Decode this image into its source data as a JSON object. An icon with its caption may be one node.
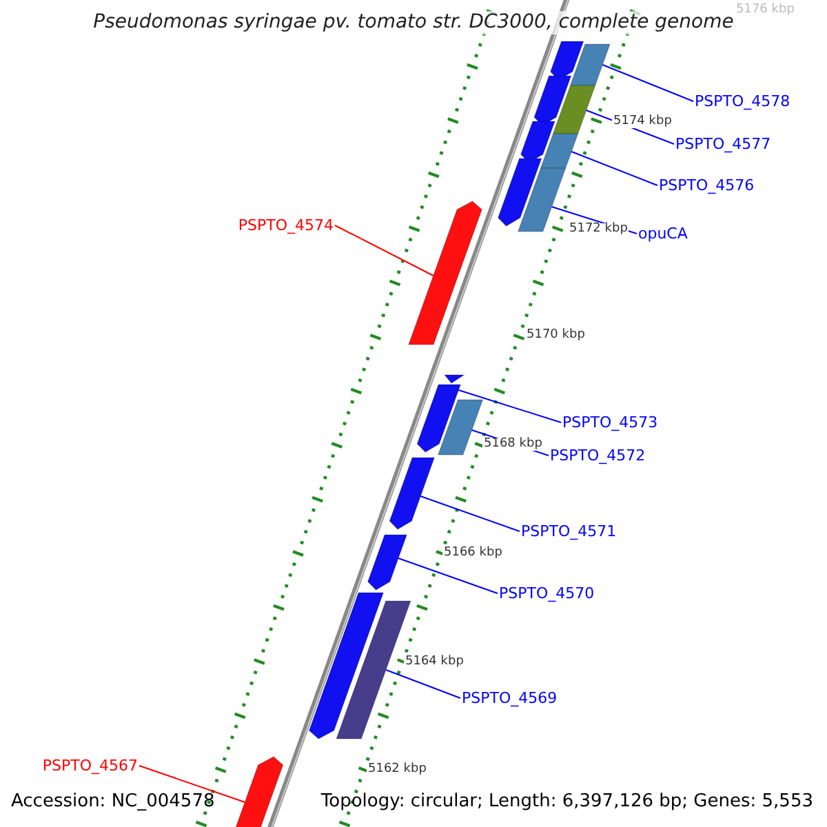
{
  "diagram": {
    "title": "Pseudomonas syringae pv. tomato str. DC3000, complete genome",
    "nodes": [
      {
        "text": [
          "PSPTO_4578"
        ]
      },
      {
        "text": [],
        "shape": "bar"
      },
      {
        "text": [],
        "shape": "bar"
      },
      {
        "text": [
          "PSPTO_4577"
        ]
      },
      {
        "text": [],
        "shape": "bar"
      },
      {
        "text": [],
        "shape": "bar"
      },
      {
        "text": [],
        "shape": "bar"
      },
      {
        "text": [
          "PSPTO_4576"
        ]
      },
      {
        "text": [],
        "shape": "bar"
      },
      {
        "text": [],
        "shape": "bar"
      },
      {
        "text": [
          "opuCA"
        ]
      },
      {
        "text": [],
        "shape": "bar"
      },
      {
        "text": [
          "PSPTO_4574"
        ]
      },
      {
        "text": [],
        "shape": "bar"
      },
      {
        "text": [],
        "shape": "triangle"
      },
      {
        "text": [
          "PSPTO_4573"
        ]
      },
      {
        "text": [],
        "shape": "bar"
      },
      {
        "text": [
          "PSPTO_4572"
        ]
      },
      {
        "text": [],
        "shape": "bar"
      },
      {
        "text": [
          "PSPTO_4571"
        ]
      },
      {
        "text": [],
        "shape": "bar"
      },
      {
        "text": [
          "PSPTO_4570"
        ]
      },
      {
        "text": [],
        "shape": "bar"
      },
      {
        "text": [],
        "shape": "bar"
      },
      {
        "text": [
          "PSPTO_4569"
        ]
      },
      {
        "text": [],
        "shape": "bar"
      },
      {
        "text": [
          "PSPTO_4567"
        ]
      },
      {
        "text": [],
        "shape": "bar"
      }
    ],
    "edges": [
      {
        "from": 0,
        "to": 1,
        "arrow": "none"
      },
      {
        "from": 3,
        "to": 4,
        "arrow": "none"
      },
      {
        "from": 7,
        "to": 8,
        "arrow": "none"
      },
      {
        "from": 10,
        "to": 11,
        "arrow": "none"
      },
      {
        "from": 12,
        "to": 13,
        "arrow": "none",
        "color": "#ff0000"
      },
      {
        "from": 15,
        "to": 16,
        "arrow": "none"
      },
      {
        "from": 17,
        "to": 18,
        "arrow": "none"
      },
      {
        "from": 19,
        "to": 20,
        "arrow": "none"
      },
      {
        "from": 21,
        "to": 22,
        "arrow": "none"
      },
      {
        "from": 24,
        "to": 25,
        "arrow": "none"
      },
      {
        "from": 26,
        "to": 27,
        "arrow": "none",
        "color": "#ff0000"
      }
    ],
    "labels": [
      "5176 kbp",
      "5174 kbp",
      "5172 kbp",
      "5170 kbp",
      "5168 kbp",
      "5166 kbp",
      "5164 kbp",
      "5162 kbp",
      "Accession: NC_004578",
      "Topology: circular; Length: 6,397,126 bp; Genes: 5,553"
    ]
  }
}
